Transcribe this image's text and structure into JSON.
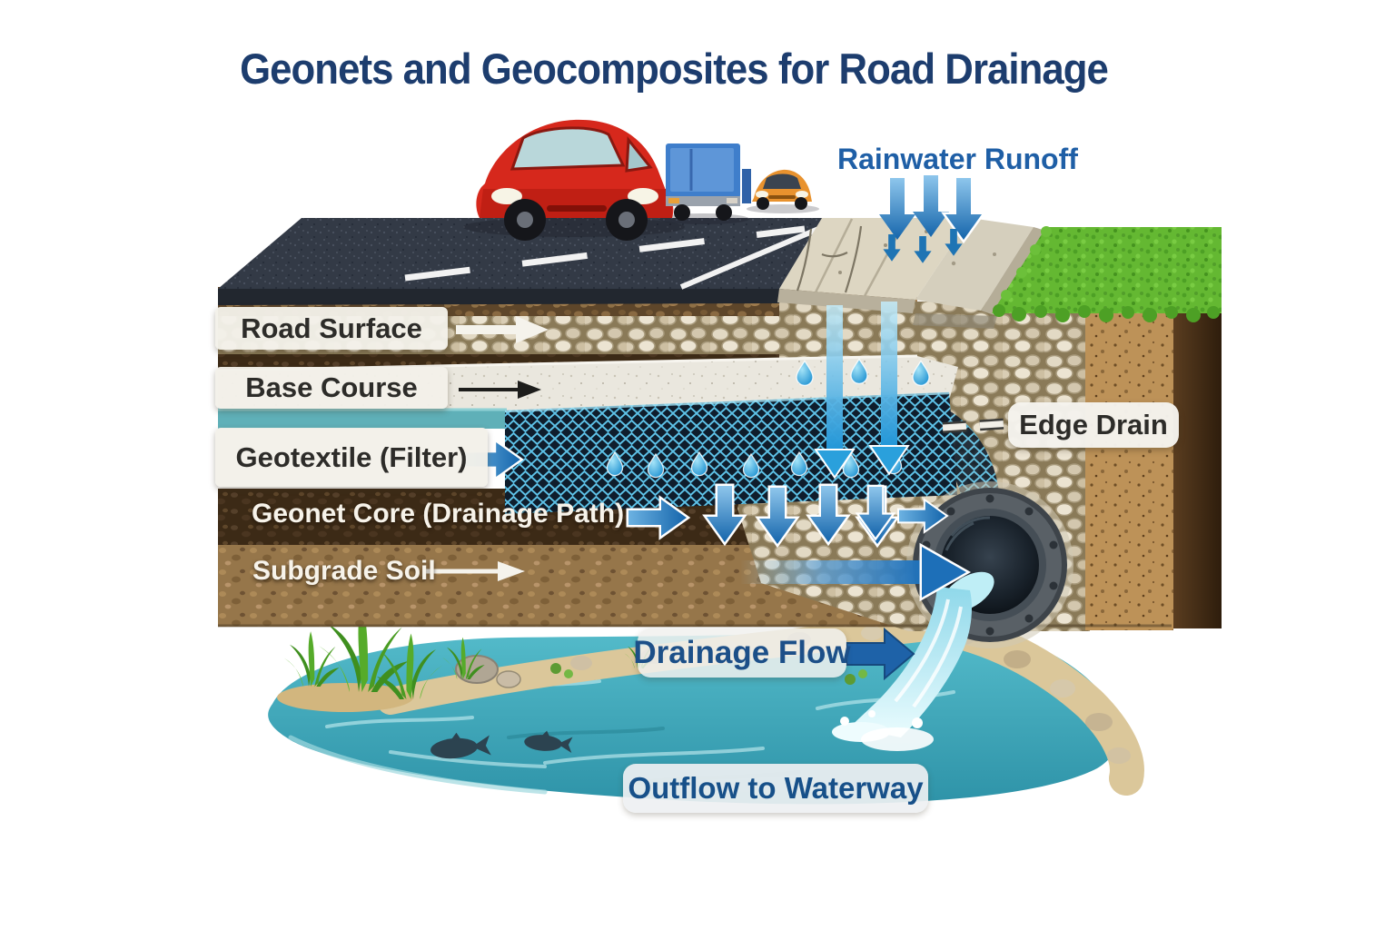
{
  "title": "Geonets and Geocomposites for Road Drainage",
  "labels": {
    "rainwater_runoff": "Rainwater Runoff",
    "road_surface": "Road Surface",
    "base_course": "Base Course",
    "geotextile_filter": "Geotextile (Filter)",
    "geonet_core": "Geonet Core (Drainage Path)",
    "subgrade_soil": "Subgrade Soil",
    "edge_drain": "Edge Drain",
    "drainage_flow": "Drainage Flow",
    "outflow_to_waterway": "Outflow to Waterway"
  },
  "colors": {
    "title_text": "#1d3d6e",
    "blue_label_text": "#1f5fa6",
    "dark_label_text": "#2d2c29",
    "light_label_bg": "#f2efe8",
    "arrow_blue": "#1d6fb8",
    "geonet_cyan": "#5ec2e8",
    "geotextile_teal": "#5fb0b8",
    "stream_teal": "#3aa4b8",
    "asphalt_gray": "#333a46",
    "soil_brown": "#8a6a42",
    "grass_green": "#64b832"
  },
  "icons": {
    "down_arrow": "rain-infiltration-arrow",
    "right_arrow": "flow-direction-arrow",
    "droplet": "water-droplet",
    "dashed_pointer": "edge-drain-pointer"
  }
}
